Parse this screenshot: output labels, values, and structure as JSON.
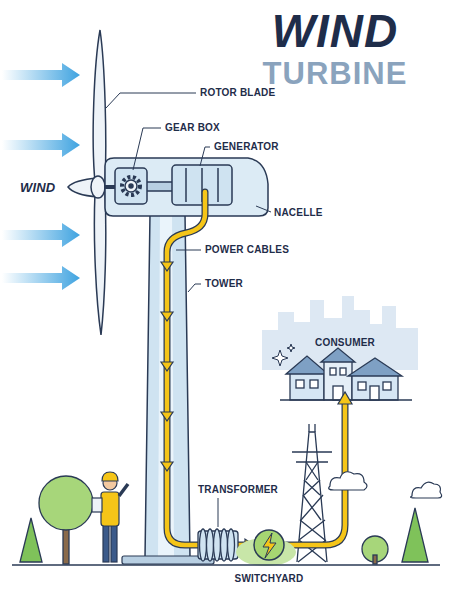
{
  "diagram": {
    "title": "WIND TURBINE",
    "labels": [
      "ROTOR BLADE",
      "GEAR BOX",
      "GENERATOR",
      "WIND",
      "NACELLE",
      "POWER CABLES",
      "TOWER",
      "CONSUMER",
      "TRANSFORMER",
      "SWITCHYARD"
    ]
  }
}
